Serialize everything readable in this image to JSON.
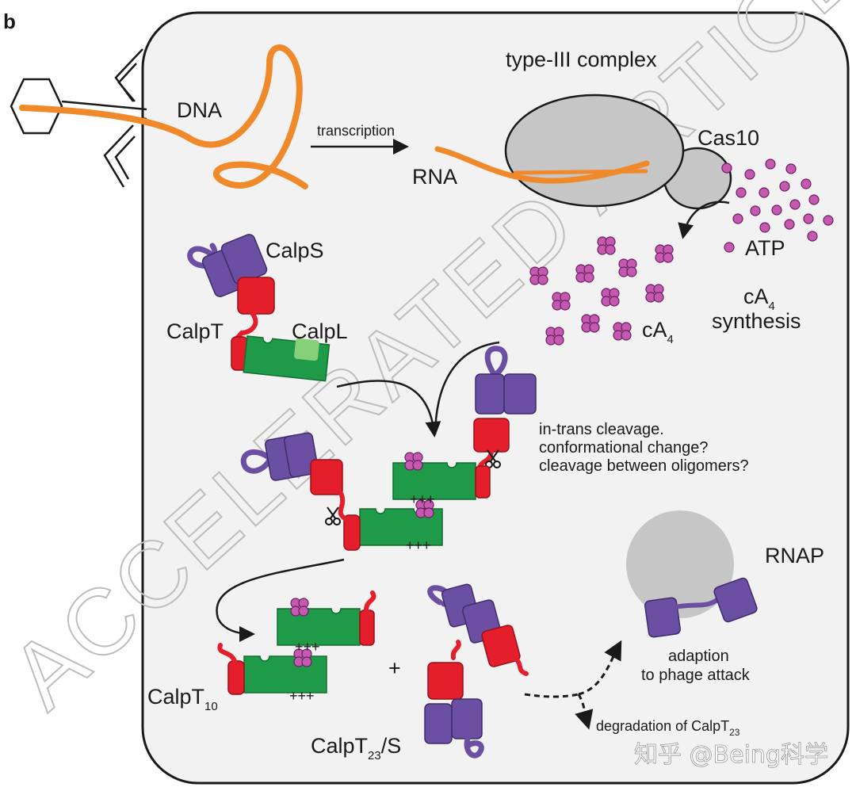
{
  "panel_label": "b",
  "labels": {
    "dna": "DNA",
    "transcription": "transcription",
    "rna": "RNA",
    "type3_complex": "type-III complex",
    "cas10": "Cas10",
    "atp": "ATP",
    "ca4_synthesis_line1_main": "cA",
    "ca4_synthesis_line1_sub": "4",
    "ca4_synthesis_line2": "synthesis",
    "ca4_main": "cA",
    "ca4_sub": "4",
    "calps": "CalpS",
    "calpt": "CalpT",
    "calpl": "CalpL",
    "cleavage_line1": "in-trans cleavage.",
    "cleavage_line2": "conformational change?",
    "cleavage_line3": "cleavage between oligomers?",
    "plus_charges": "+++",
    "rnap": "RNAP",
    "adaption_line1": "adaption",
    "adaption_line2": "to phage attack",
    "calpt10_main": "CalpT",
    "calpt10_sub": "10",
    "plus_sign": "+",
    "calpt23s_main": "CalpT",
    "calpt23s_sub": "23",
    "calpt23s_suffix": "/S",
    "degradation_main": "degradation of CalpT",
    "degradation_sub": "23"
  },
  "watermark": "ACCELERATED ARTICLE PREVIEW",
  "source_watermark": "知乎 @Being科学",
  "colors": {
    "dna_orange": "#F0892A",
    "calpl_green": "#1F9A48",
    "calpt_red": "#E41E2B",
    "calps_purple": "#6A4FA3",
    "ca4_magenta": "#C45AB0",
    "cell_fill": "#F2F2F2",
    "complex_grey": "#C6C6C6"
  }
}
